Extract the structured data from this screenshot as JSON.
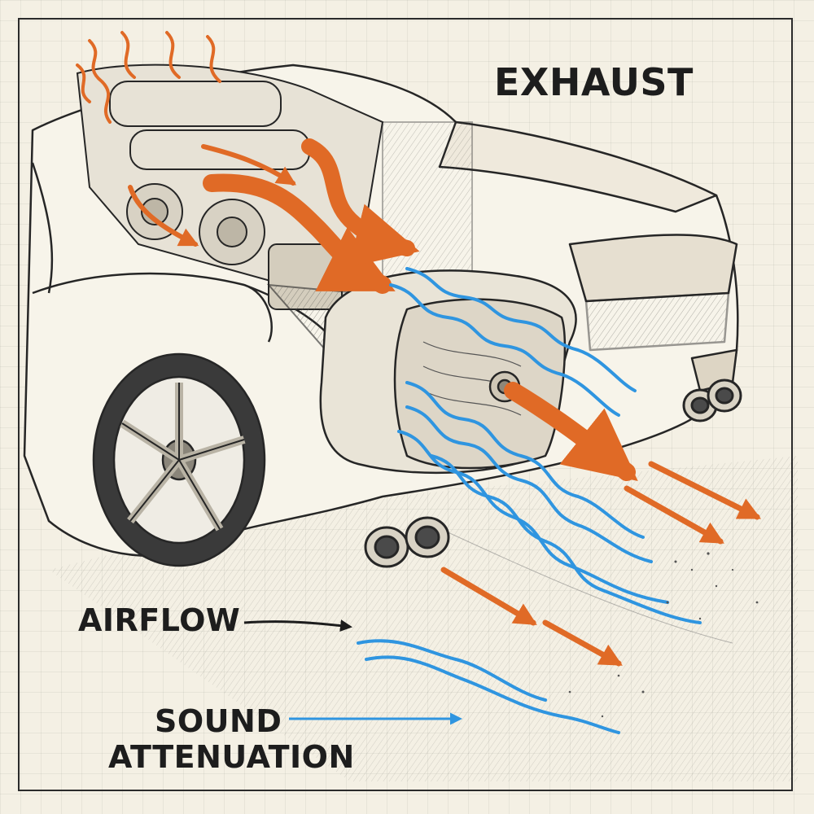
{
  "labels": {
    "exhaust": "EXHAUST",
    "airflow": "AIRFLOW",
    "sound_line1": "SOUND",
    "sound_line2": "ATTENUATION"
  },
  "colors": {
    "exhaust_arrow": "#e06a26",
    "airflow_wave": "#2f95e0",
    "ink": "#262626",
    "paper": "#f4f0e4"
  },
  "icons": {
    "exhaust_arrow": "orange-arrow-icon",
    "airflow_wave": "blue-wave-icon"
  }
}
